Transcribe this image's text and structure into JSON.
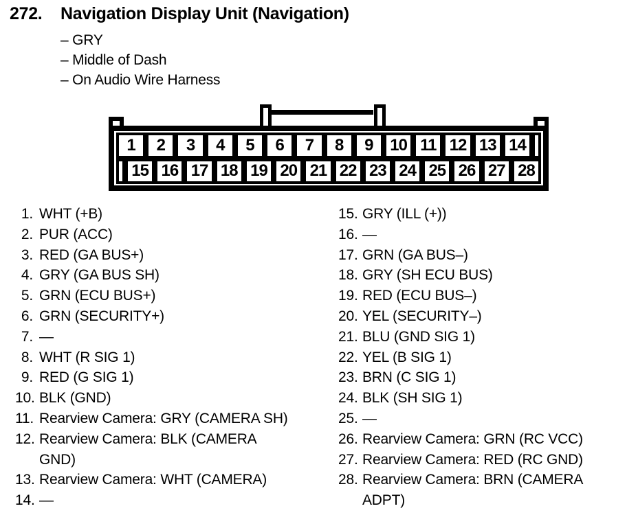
{
  "colors": {
    "ink": "#000000",
    "paper": "#ffffff"
  },
  "page": {
    "section_number": "272.",
    "title": "Navigation Display Unit (Navigation)",
    "bullets": [
      "– GRY",
      "– Middle of Dash",
      "– On Audio Wire Harness"
    ]
  },
  "connector": {
    "top_row": [
      "1",
      "2",
      "3",
      "4",
      "5",
      "6",
      "7",
      "8",
      "9",
      "10",
      "11",
      "12",
      "13",
      "14"
    ],
    "bottom_row": [
      "15",
      "16",
      "17",
      "18",
      "19",
      "20",
      "21",
      "22",
      "23",
      "24",
      "25",
      "26",
      "27",
      "28"
    ]
  },
  "pins_left": [
    {
      "num": "1.",
      "label": "WHT (+B)"
    },
    {
      "num": "2.",
      "label": "PUR (ACC)"
    },
    {
      "num": "3.",
      "label": "RED (GA BUS+)"
    },
    {
      "num": "4.",
      "label": "GRY (GA BUS SH)"
    },
    {
      "num": "5.",
      "label": "GRN (ECU BUS+)"
    },
    {
      "num": "6.",
      "label": "GRN (SECURITY+)"
    },
    {
      "num": "7.",
      "label": "—"
    },
    {
      "num": "8.",
      "label": "WHT (R SIG 1)"
    },
    {
      "num": "9.",
      "label": "RED (G SIG 1)"
    },
    {
      "num": "10.",
      "label": "BLK (GND)"
    },
    {
      "num": "11.",
      "label": "Rearview Camera: GRY (CAMERA SH)"
    },
    {
      "num": "12.",
      "label": "Rearview Camera: BLK (CAMERA\nGND)"
    },
    {
      "num": "13.",
      "label": "Rearview Camera: WHT (CAMERA)"
    },
    {
      "num": "14.",
      "label": "—"
    }
  ],
  "pins_right": [
    {
      "num": "15.",
      "label": "GRY (ILL (+))"
    },
    {
      "num": "16.",
      "label": "—"
    },
    {
      "num": "17.",
      "label": "GRN (GA BUS–)"
    },
    {
      "num": "18.",
      "label": "GRY (SH ECU BUS)"
    },
    {
      "num": "19.",
      "label": "RED (ECU BUS–)"
    },
    {
      "num": "20.",
      "label": "YEL (SECURITY–)"
    },
    {
      "num": "21.",
      "label": "BLU (GND SIG 1)"
    },
    {
      "num": "22.",
      "label": "YEL (B SIG 1)"
    },
    {
      "num": "23.",
      "label": "BRN (C SIG 1)"
    },
    {
      "num": "24.",
      "label": "BLK (SH SIG 1)"
    },
    {
      "num": "25.",
      "label": "—"
    },
    {
      "num": "26.",
      "label": "Rearview Camera: GRN (RC VCC)"
    },
    {
      "num": "27.",
      "label": "Rearview Camera: RED (RC GND)"
    },
    {
      "num": "28.",
      "label": "Rearview Camera: BRN (CAMERA\nADPT)"
    }
  ]
}
